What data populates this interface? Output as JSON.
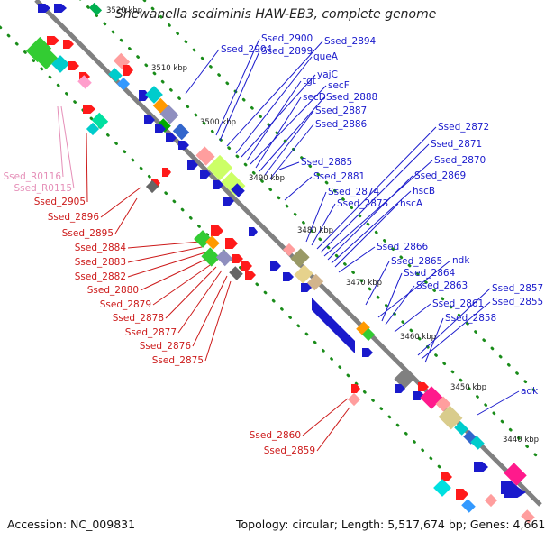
{
  "title": "Shewanella sediminis HAW-EB3, complete genome",
  "accession": "Accession: NC_009831",
  "topology": "Topology: circular; Length: 5,517,674 bp; Genes: 4,661",
  "colors": {
    "background": "#ffffff",
    "backbone": "#808080",
    "ruler_dots": "#1a8c1a",
    "forward_label": "#1a1acc",
    "reverse_label": "#cc1a1a",
    "rna_label": "#e58fb8"
  },
  "ruler_labels": [
    "3520 kbp",
    "3510 kbp",
    "3500 kbp",
    "3490 kbp",
    "3480 kbp",
    "3470 kbp",
    "3460 kbp",
    "3450 kbp",
    "3440 kbp"
  ],
  "forward_labels": [
    "Ssed_2904",
    "Ssed_2900",
    "Ssed_2899",
    "Ssed_2894",
    "queA",
    "yajC",
    "tgt",
    "secF",
    "secD",
    "Ssed_2888",
    "Ssed_2887",
    "Ssed_2886",
    "Ssed_2885",
    "Ssed_2881",
    "Ssed_2874",
    "Ssed_2873",
    "Ssed_2872",
    "Ssed_2871",
    "Ssed_2870",
    "Ssed_2869",
    "hscB",
    "hscA",
    "Ssed_2866",
    "Ssed_2865",
    "ndk",
    "Ssed_2864",
    "Ssed_2863",
    "Ssed_2861",
    "Ssed_2857",
    "Ssed_2855",
    "Ssed_2858",
    "adk"
  ],
  "reverse_labels": [
    "Ssed_2905",
    "Ssed_2896",
    "Ssed_2895",
    "Ssed_2884",
    "Ssed_2883",
    "Ssed_2882",
    "Ssed_2880",
    "Ssed_2879",
    "Ssed_2878",
    "Ssed_2877",
    "Ssed_2876",
    "Ssed_2875",
    "Ssed_2860",
    "Ssed_2859"
  ],
  "rna_labels": [
    "Ssed_R0116",
    "Ssed_R0115"
  ]
}
